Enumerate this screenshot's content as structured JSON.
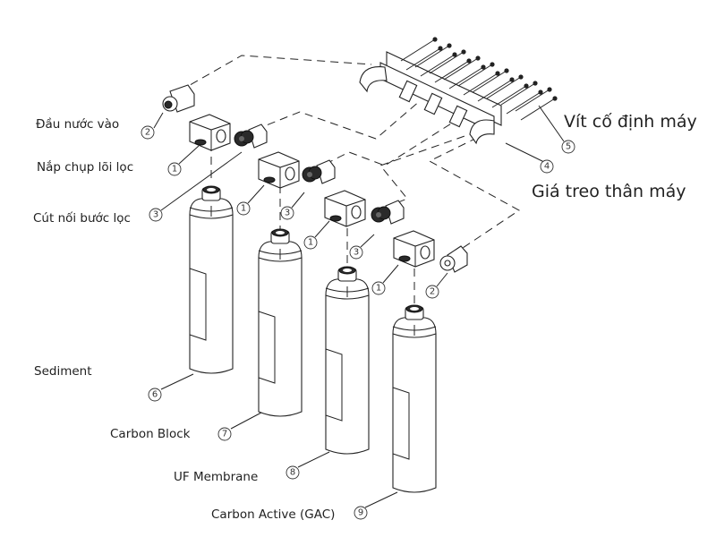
{
  "diagram": {
    "type": "exploded-assembly",
    "subject": "4-stage water filter system",
    "labels": {
      "water_inlet": "Đầu nước vào",
      "filter_cap": "Nắp chụp lõi lọc",
      "stage_connector": "Cút nối bước lọc",
      "mounting_screws": "Vít cố định máy",
      "body_bracket": "Giá treo thân máy",
      "sediment": "Sediment",
      "carbon_block": "Carbon Block",
      "uf_membrane": "UF Membrane",
      "carbon_active": "Carbon Active (GAC)"
    },
    "callouts": {
      "c1": "1",
      "c2": "2",
      "c3": "3",
      "c4": "4",
      "c5": "5",
      "c6": "6",
      "c7": "7",
      "c8": "8",
      "c9": "9"
    },
    "parts": [
      {
        "number": "1",
        "name": "Nắp chụp lõi lọc",
        "count": 4
      },
      {
        "number": "2",
        "name": "Đầu nước vào",
        "count": 2
      },
      {
        "number": "3",
        "name": "Cút nối bước lọc",
        "count": 3
      },
      {
        "number": "4",
        "name": "Giá treo thân máy",
        "count": 1
      },
      {
        "number": "5",
        "name": "Vít cố định máy",
        "count": 1
      },
      {
        "number": "6",
        "name": "Sediment",
        "count": 1
      },
      {
        "number": "7",
        "name": "Carbon Block",
        "count": 1
      },
      {
        "number": "8",
        "name": "UF Membrane",
        "count": 1
      },
      {
        "number": "9",
        "name": "Carbon Active (GAC)",
        "count": 1
      }
    ]
  }
}
